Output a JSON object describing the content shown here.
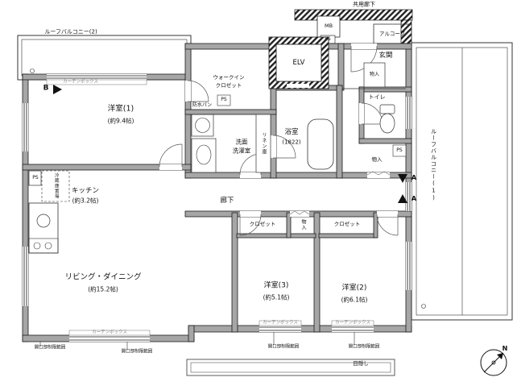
{
  "rooms": {
    "western1": {
      "name": "洋室(1)",
      "size": "(約9.4帖)"
    },
    "western2": {
      "name": "洋室(2)",
      "size": "(約6.1帖)"
    },
    "western3": {
      "name": "洋室(3)",
      "size": "(約5.1帖)"
    },
    "living": {
      "name": "リビング・ダイニング",
      "size": "(約15.2帖)"
    },
    "kitchen": {
      "name": "キッチン",
      "size": "(約3.2帖)"
    },
    "bathroom": {
      "name": "浴室",
      "size": "(1822)"
    },
    "washroom": {
      "line1": "洗面",
      "line2": "洗濯室"
    },
    "wic": {
      "line1": "ウォークイン",
      "line2": "クロゼット"
    },
    "toilet": {
      "name": "トイレ"
    },
    "entrance": {
      "name": "玄関"
    },
    "corridor": {
      "name": "廊下"
    },
    "elevator": {
      "name": "ELV"
    }
  },
  "exterior": {
    "common_corridor": "共用廊下",
    "alcove": "アルコーブ",
    "roof_balcony1": "ルーフバルコニー(1)",
    "roof_balcony2": "ルーフバルコニー(2)",
    "privacy_screen": "目隠し"
  },
  "storage": {
    "monoire": "物入",
    "closet": "クロゼット",
    "linen": "リネン庫"
  },
  "equipment": {
    "mb": "MB",
    "ps": "PS",
    "refrigerator": "冷蔵庫置場",
    "laundry_pan": "防水パン",
    "curtain_box": "カーテンボックス"
  },
  "annotations": {
    "opening_note": "開口部制限範囲",
    "section_a": "A",
    "section_b": "B",
    "north": "N"
  }
}
